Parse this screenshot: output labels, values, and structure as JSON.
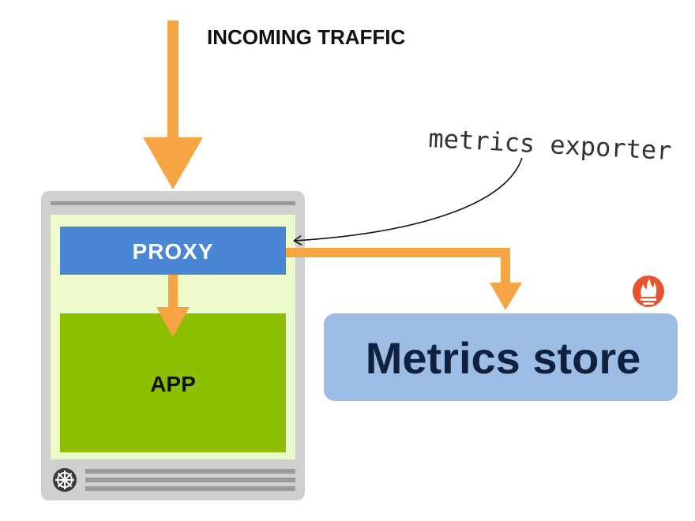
{
  "labels": {
    "incoming": "INCOMING TRAFFIC",
    "proxy": "PROXY",
    "app": "APP",
    "store": "Metrics store",
    "annotation": "metrics exporter"
  },
  "icons": {
    "kubernetes": "kubernetes-helm-wheel",
    "prometheus": "prometheus-torch-flame"
  },
  "colors": {
    "arrow": "#f7a444",
    "pod_frame": "#cfcfcf",
    "pod_inner": "#ecfbc9",
    "proxy": "#4a86d4",
    "app": "#8cbf00",
    "store": "#9dbde5",
    "prometheus": "#e5532f"
  }
}
